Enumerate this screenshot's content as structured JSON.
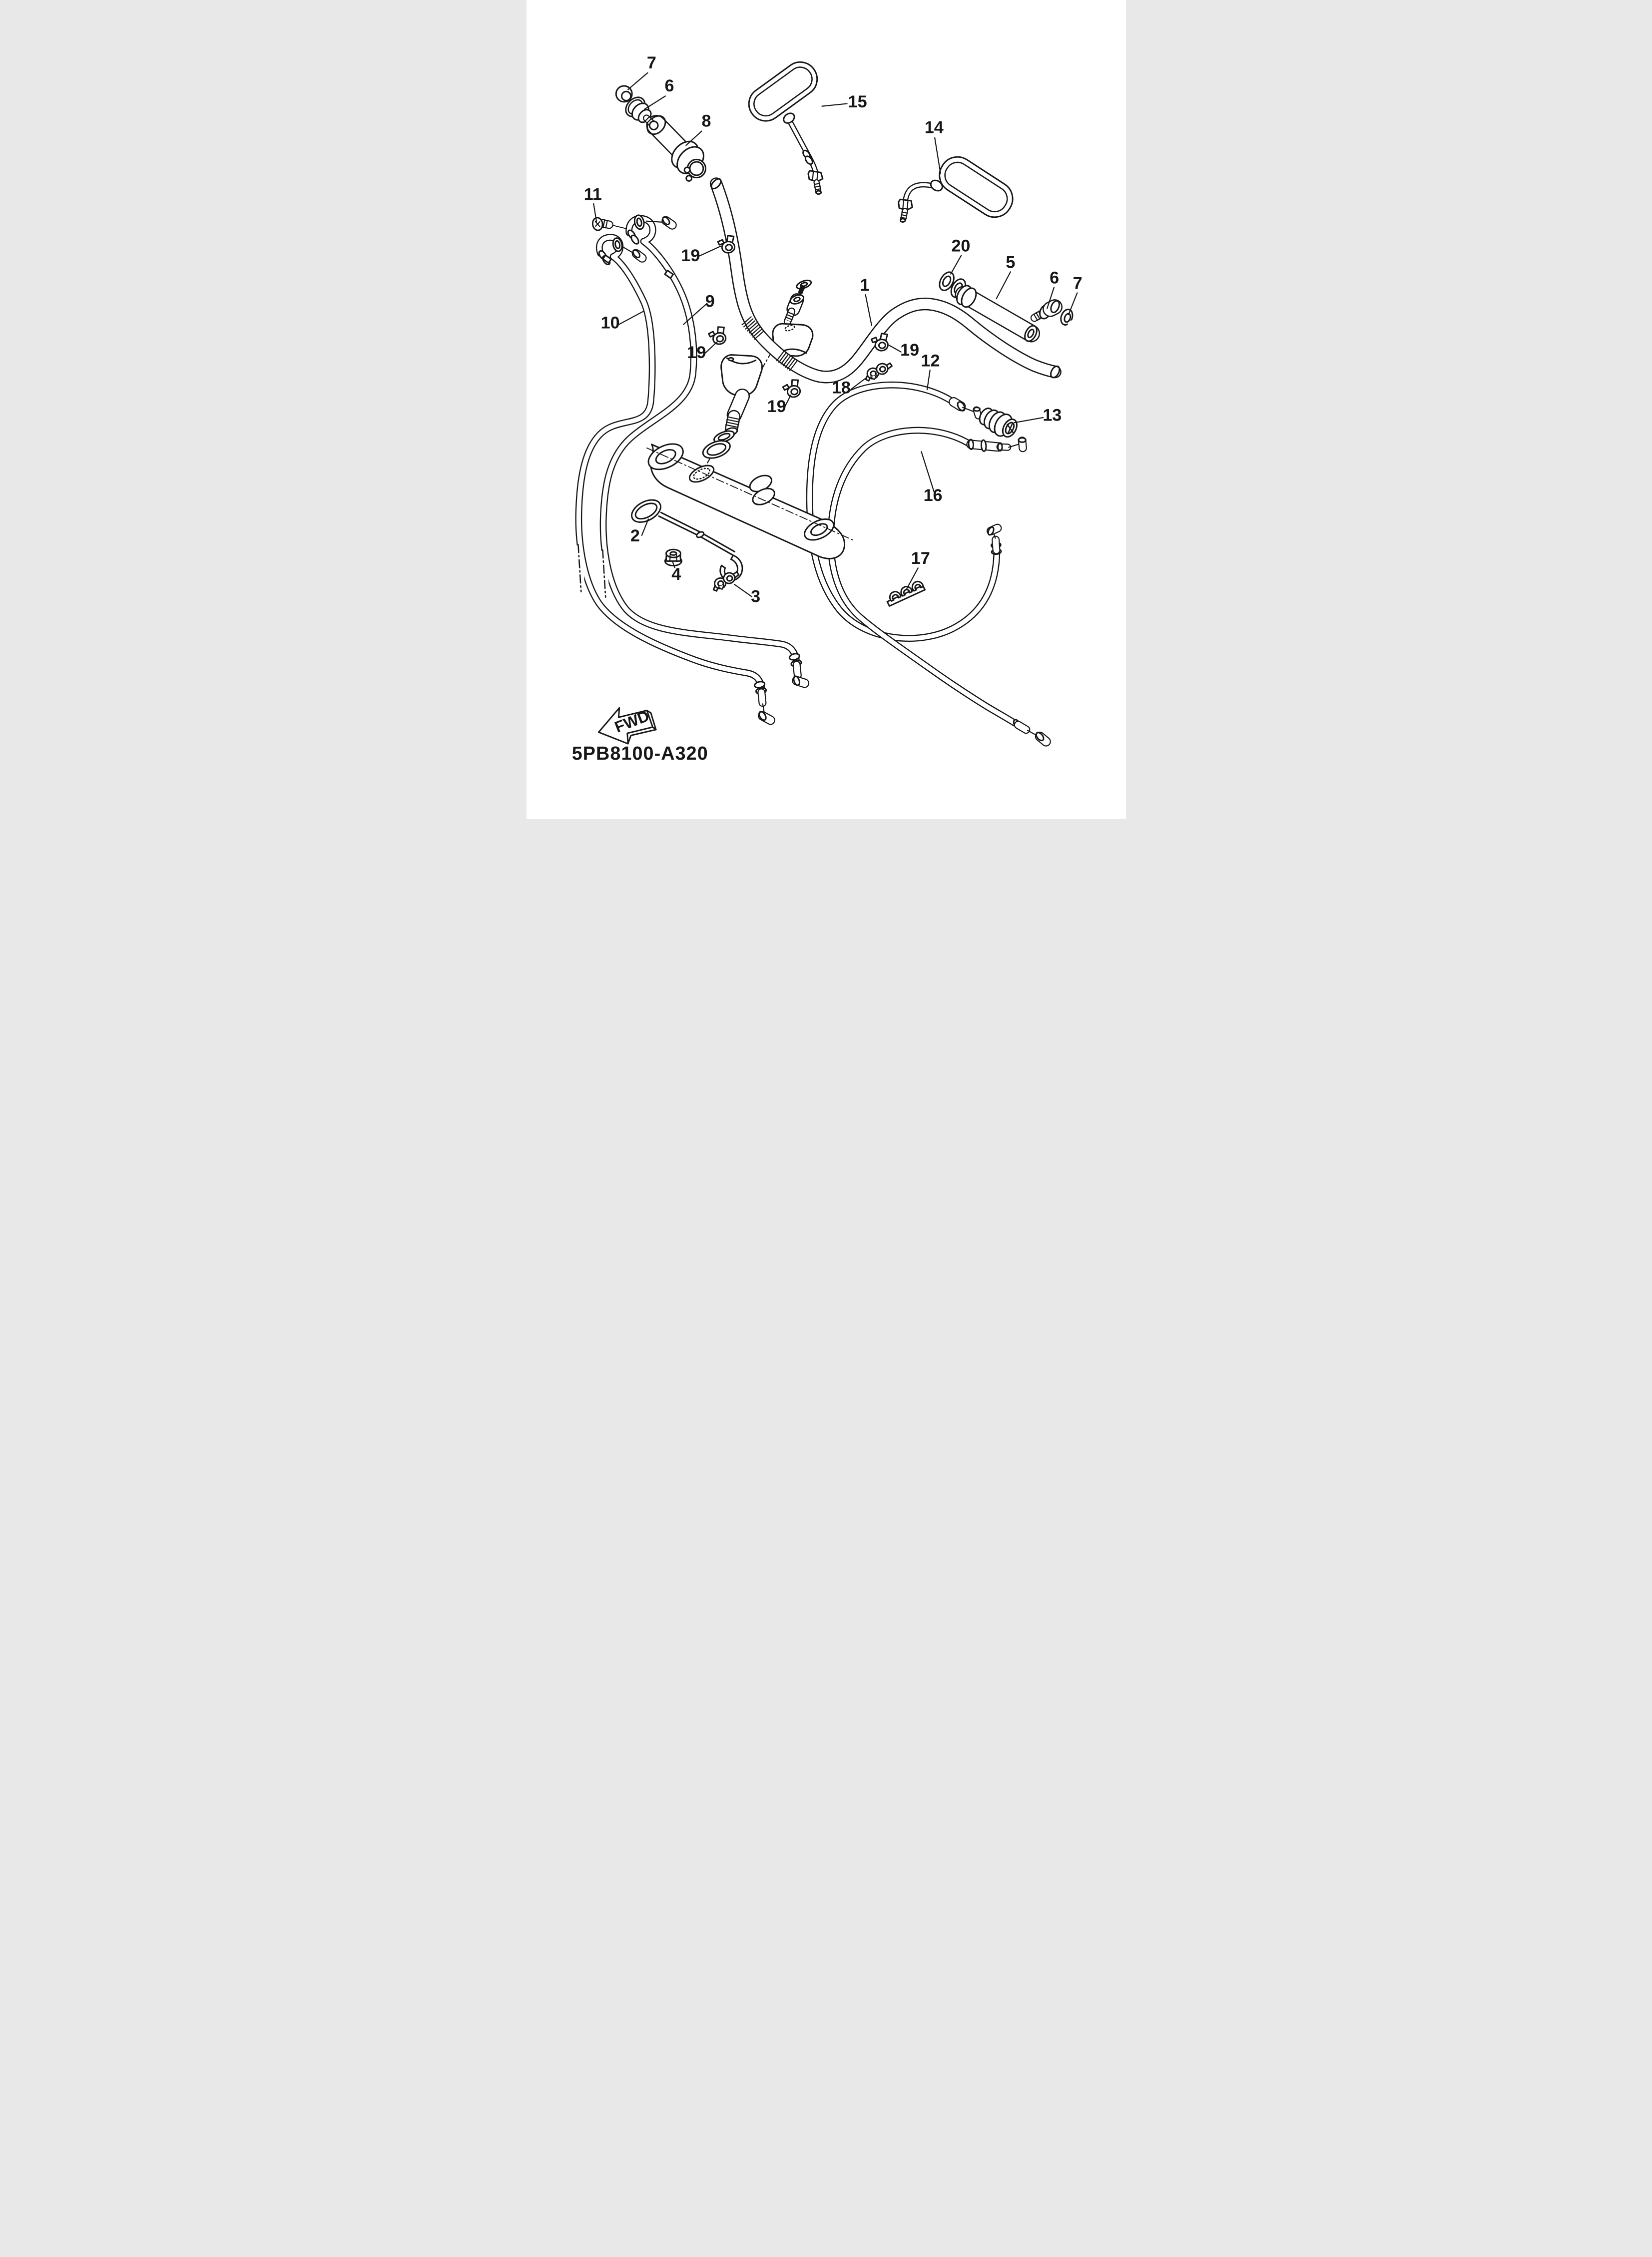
{
  "diagram": {
    "code": "5PB8100-A320",
    "direction_label": "FWD",
    "background": "#ffffff",
    "line_color": "#161616"
  },
  "callouts": [
    {
      "id": "c0",
      "text": "7"
    },
    {
      "id": "c1",
      "text": "6"
    },
    {
      "id": "c2",
      "text": "8"
    },
    {
      "id": "c3",
      "text": "15"
    },
    {
      "id": "c4",
      "text": "14"
    },
    {
      "id": "c5",
      "text": "11"
    },
    {
      "id": "c6",
      "text": "19"
    },
    {
      "id": "c7",
      "text": "20"
    },
    {
      "id": "c8",
      "text": "5"
    },
    {
      "id": "c9",
      "text": "6"
    },
    {
      "id": "c10",
      "text": "7"
    },
    {
      "id": "c11",
      "text": "1"
    },
    {
      "id": "c12",
      "text": "9"
    },
    {
      "id": "c13",
      "text": "10"
    },
    {
      "id": "c14",
      "text": "19"
    },
    {
      "id": "c15",
      "text": "19"
    },
    {
      "id": "c16",
      "text": "12"
    },
    {
      "id": "c17",
      "text": "18"
    },
    {
      "id": "c18",
      "text": "19"
    },
    {
      "id": "c19",
      "text": "13"
    },
    {
      "id": "c20",
      "text": "16"
    },
    {
      "id": "c21",
      "text": "2"
    },
    {
      "id": "c22",
      "text": "4"
    },
    {
      "id": "c23",
      "text": "3"
    },
    {
      "id": "c24",
      "text": "17"
    }
  ]
}
